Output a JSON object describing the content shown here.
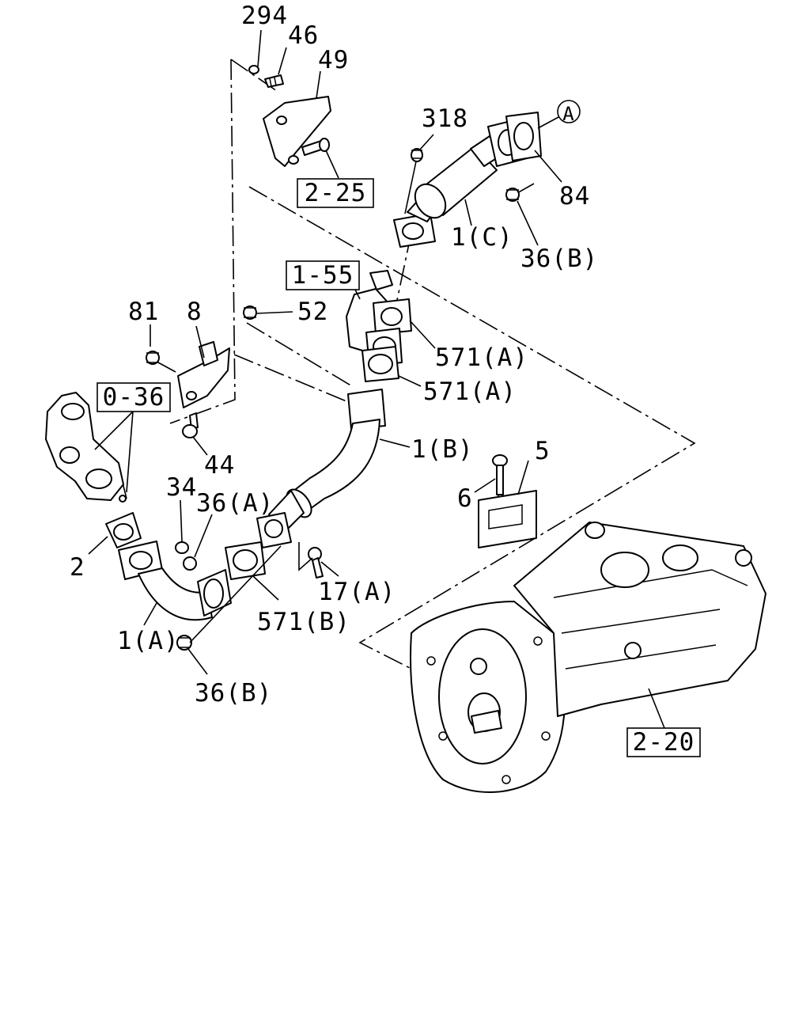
{
  "labels": {
    "p294": "294",
    "p46": "46",
    "p49": "49",
    "p318": "318",
    "pA": "A",
    "p84": "84",
    "p36B_top": "36(B)",
    "p1C": "1(C)",
    "p81": "81",
    "p8": "8",
    "p52": "52",
    "p571A_1": "571(A)",
    "p571A_2": "571(A)",
    "p44": "44",
    "p1B": "1(B)",
    "p5": "5",
    "p6": "6",
    "p34": "34",
    "p36A": "36(A)",
    "p2": "2",
    "p17A": "17(A)",
    "p571B": "571(B)",
    "p1A": "1(A)",
    "p36B_bottom": "36(B)"
  },
  "refs": {
    "r2_25": "2-25",
    "r1_55": "1-55",
    "r0_36": "0-36",
    "r2_20": "2-20"
  }
}
